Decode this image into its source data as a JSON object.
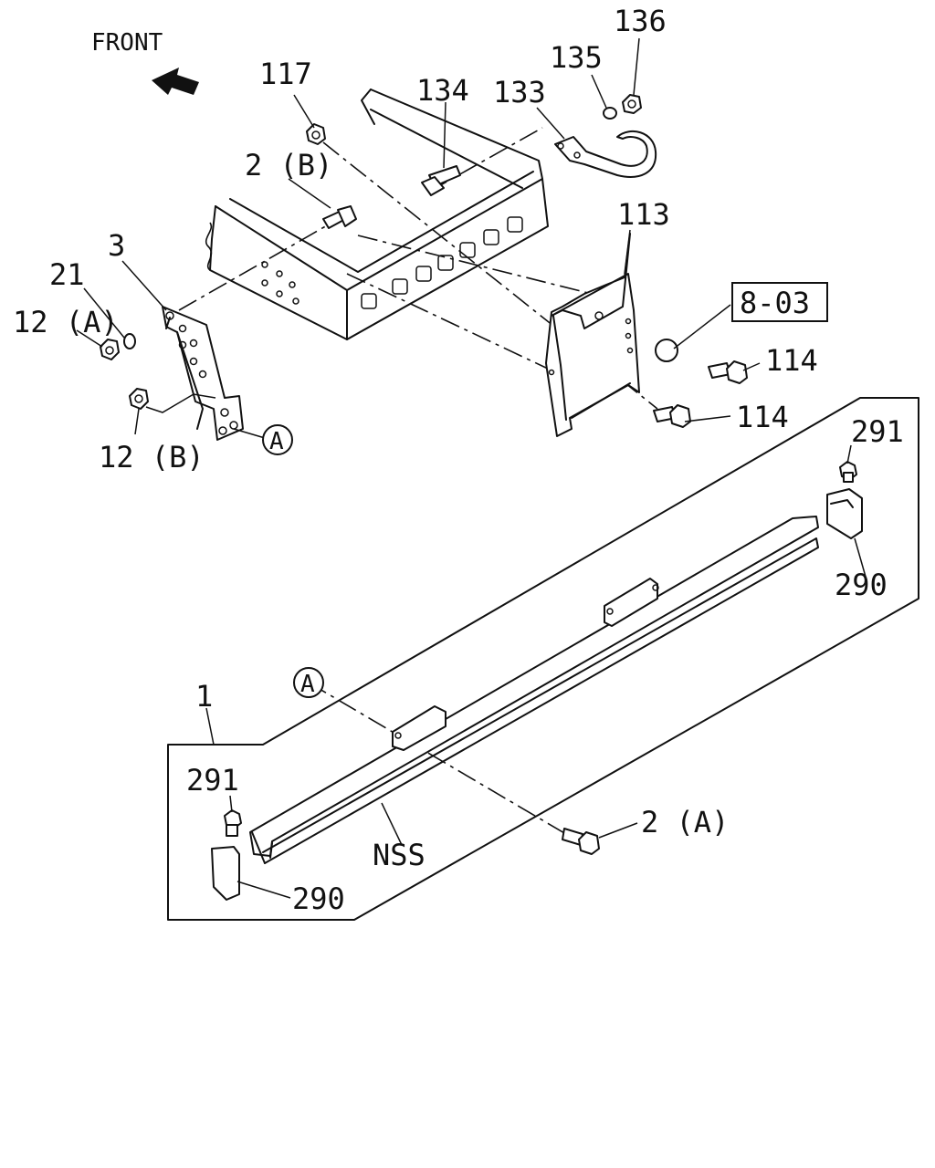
{
  "direction": {
    "label": "FRONT",
    "icon": "front-arrow-icon"
  },
  "labels": {
    "p117": "117",
    "p134": "134",
    "p133": "133",
    "p135": "135",
    "p136": "136",
    "p2b": "2 (B)",
    "p3": "3",
    "p21": "21",
    "p12a": "12 (A)",
    "p12b": "12 (B)",
    "p113": "113",
    "ref": "8-03",
    "p114a": "114",
    "p114b": "114",
    "p291a": "291",
    "p290a": "290",
    "p1": "1",
    "p291b": "291",
    "p290b": "290",
    "p2a": "2 (A)",
    "nss": "NSS",
    "markerA1": "A",
    "markerA2": "A"
  }
}
